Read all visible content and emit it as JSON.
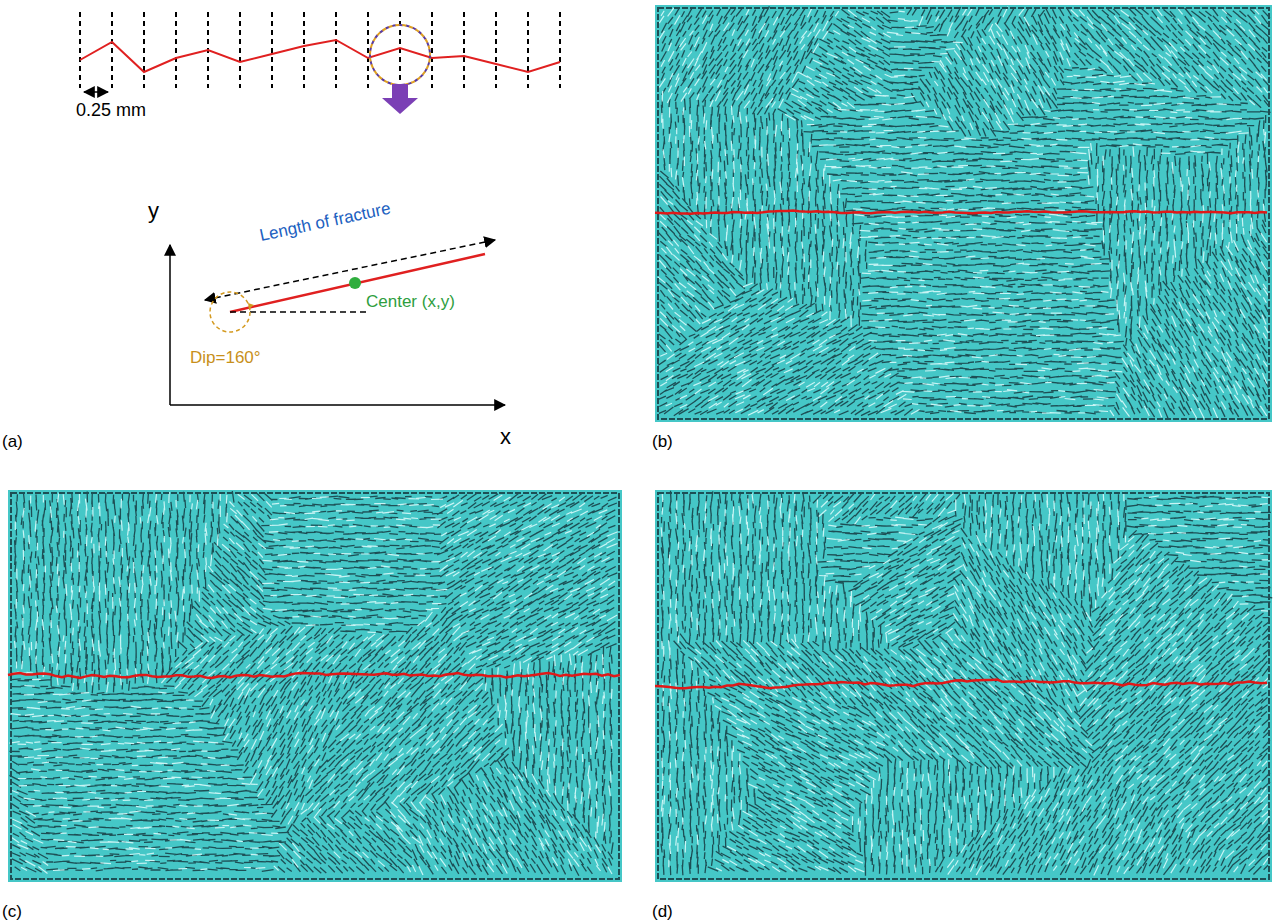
{
  "diagram": {
    "labels": [
      "0.25 mm",
      "y",
      "x",
      "Length of fracture",
      "Center (x,y)",
      "Dip=160°",
      "(a)",
      "(b)",
      "(c)",
      "(d)"
    ]
  }
}
